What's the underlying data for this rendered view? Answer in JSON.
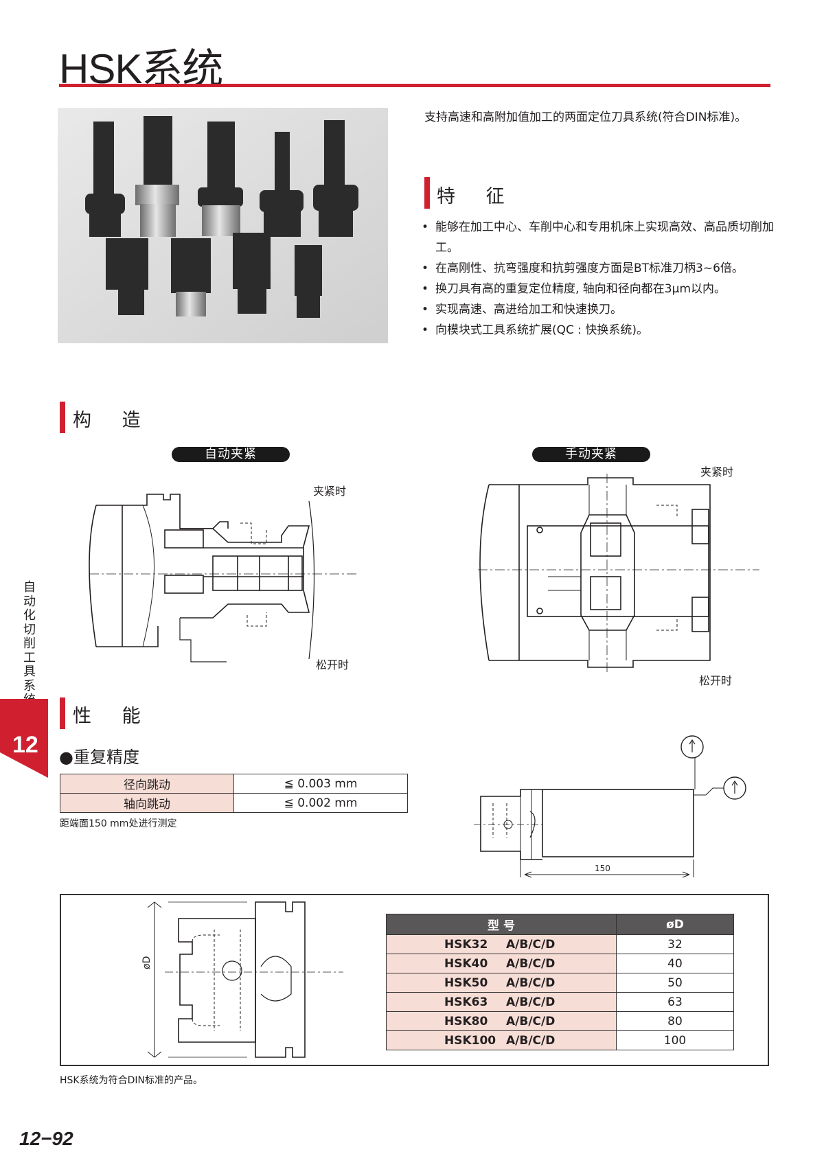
{
  "header": {
    "title": "HSK系统"
  },
  "intro": {
    "description": "支持高速和高附加值加工的两面定位刀具系统(符合DIN标准)。"
  },
  "features": {
    "heading": "特 征",
    "items": [
      "能够在加工中心、车削中心和专用机床上实现高效、高品质切削加工。",
      "在高刚性、抗弯强度和抗剪强度方面是BT标准刀柄3~6倍。",
      "换刀具有高的重复定位精度, 轴向和径向都在3μm以内。",
      "实现高速、高进给加工和快速换刀。",
      "向模块式工具系统扩展(QC : 快换系统)。"
    ]
  },
  "structure": {
    "heading": "构 造",
    "auto": {
      "label": "自动夹紧",
      "clamped": "夹紧时",
      "released": "松开时"
    },
    "manual": {
      "label": "手动夹紧",
      "clamped": "夹紧时",
      "released": "松开时"
    }
  },
  "performance": {
    "heading": "性 能",
    "repeat_title": "●重复精度",
    "rows": [
      {
        "label": "径向跳动",
        "value": "≦ 0.003 mm"
      },
      {
        "label": "轴向跳动",
        "value": "≦ 0.002 mm"
      }
    ],
    "note": "距端面150 mm处进行测定",
    "dimension": "150"
  },
  "models": {
    "diagram_label": "øD",
    "header": {
      "model": "型 号",
      "diameter": "øD"
    },
    "rows": [
      {
        "name": "HSK32",
        "suffix": "A/B/C/D",
        "d": "32"
      },
      {
        "name": "HSK40",
        "suffix": "A/B/C/D",
        "d": "40"
      },
      {
        "name": "HSK50",
        "suffix": "A/B/C/D",
        "d": "50"
      },
      {
        "name": "HSK63",
        "suffix": "A/B/C/D",
        "d": "63"
      },
      {
        "name": "HSK80",
        "suffix": "A/B/C/D",
        "d": "80"
      },
      {
        "name": "HSK100",
        "suffix": "A/B/C/D",
        "d": "100"
      }
    ],
    "footnote": "HSK系统为符合DIN标准的产品。"
  },
  "sidebar": {
    "chapter_title": "自动化切削工具系统",
    "chapter_number": "12"
  },
  "footer": {
    "page_number": "12−92"
  },
  "colors": {
    "accent": "#d0202f",
    "header_bg": "#595757",
    "row_bg": "#f6ddd6"
  }
}
